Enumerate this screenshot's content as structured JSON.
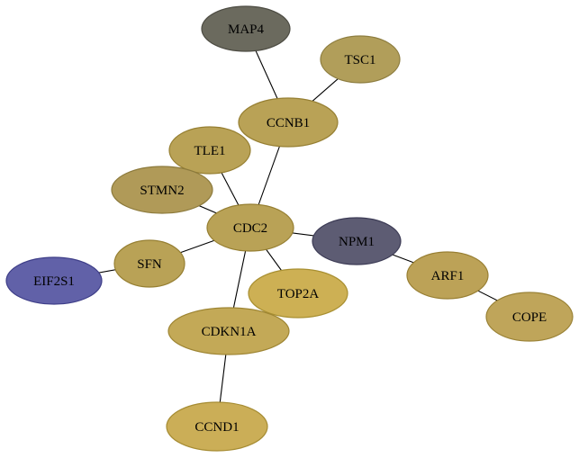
{
  "nodes": [
    {
      "id": "MAP4",
      "label": "MAP4",
      "fill": "#6b6a5e",
      "stroke": "#4d4c43"
    },
    {
      "id": "TSC1",
      "label": "TSC1",
      "fill": "#b19e5a",
      "stroke": "#8d7d3f"
    },
    {
      "id": "CCNB1",
      "label": "CCNB1",
      "fill": "#b9a256",
      "stroke": "#967f32"
    },
    {
      "id": "TLE1",
      "label": "TLE1",
      "fill": "#b9a256",
      "stroke": "#967f32"
    },
    {
      "id": "STMN2",
      "label": "STMN2",
      "fill": "#b09a58",
      "stroke": "#8c7a3c"
    },
    {
      "id": "CDC2",
      "label": "CDC2",
      "fill": "#b9a256",
      "stroke": "#967f32"
    },
    {
      "id": "NPM1",
      "label": "NPM1",
      "fill": "#5d5c73",
      "stroke": "#3c3b55"
    },
    {
      "id": "SFN",
      "label": "SFN",
      "fill": "#b9a256",
      "stroke": "#967f32"
    },
    {
      "id": "EIF2S1",
      "label": "EIF2S1",
      "fill": "#6161a8",
      "stroke": "#3e3e88"
    },
    {
      "id": "TOP2A",
      "label": "TOP2A",
      "fill": "#cdb054",
      "stroke": "#a88f31"
    },
    {
      "id": "ARF1",
      "label": "ARF1",
      "fill": "#bca257",
      "stroke": "#987f33"
    },
    {
      "id": "CDKN1A",
      "label": "CDKN1A",
      "fill": "#c3a957",
      "stroke": "#9e8533"
    },
    {
      "id": "COPE",
      "label": "COPE",
      "fill": "#bfa55a",
      "stroke": "#9a8236"
    },
    {
      "id": "CCND1",
      "label": "CCND1",
      "fill": "#cbae57",
      "stroke": "#a68c33"
    }
  ],
  "edges": [
    {
      "source": "MAP4",
      "target": "CCNB1"
    },
    {
      "source": "TSC1",
      "target": "CCNB1"
    },
    {
      "source": "CCNB1",
      "target": "CDC2"
    },
    {
      "source": "TLE1",
      "target": "CDC2"
    },
    {
      "source": "STMN2",
      "target": "CDC2"
    },
    {
      "source": "CDC2",
      "target": "NPM1"
    },
    {
      "source": "CDC2",
      "target": "SFN"
    },
    {
      "source": "CDC2",
      "target": "TOP2A"
    },
    {
      "source": "CDC2",
      "target": "CDKN1A"
    },
    {
      "source": "SFN",
      "target": "EIF2S1"
    },
    {
      "source": "NPM1",
      "target": "ARF1"
    },
    {
      "source": "ARF1",
      "target": "COPE"
    },
    {
      "source": "CDKN1A",
      "target": "CCND1"
    }
  ]
}
